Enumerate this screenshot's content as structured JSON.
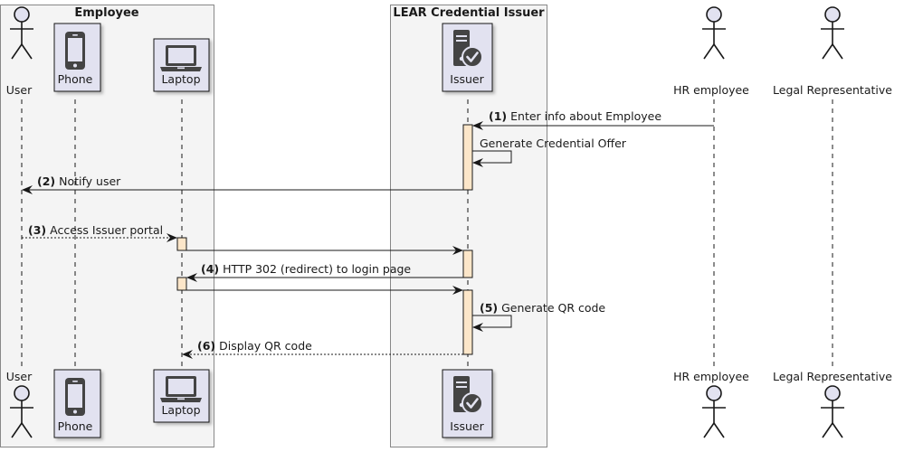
{
  "boxes": {
    "employee": "Employee",
    "issuer_box": "LEAR Credential Issuer"
  },
  "participants": {
    "user": "User",
    "phone": "Phone",
    "laptop": "Laptop",
    "issuer": "Issuer",
    "hr": "HR employee",
    "legal": "Legal Representative"
  },
  "messages": {
    "m1_num": "(1)",
    "m1_text": "Enter info about Employee",
    "self1_text": "Generate Credential Offer",
    "m2_num": "(2)",
    "m2_text": "Notify user",
    "m3_num": "(3)",
    "m3_text": "Access Issuer portal",
    "m4_num": "(4)",
    "m4_text": "HTTP 302 (redirect) to login page",
    "m5_num": "(5)",
    "m5_text": "Generate QR code",
    "m6_num": "(6)",
    "m6_text": "Display QR code"
  },
  "colors": {
    "box_fill": "#f4f4f4",
    "box_border": "#888888",
    "participant_fill": "#e2e2f0",
    "participant_border": "#181818",
    "activation_fill": "#fce6c9",
    "icon_fill": "#444444"
  },
  "icons": {
    "user": "actor-stick-figure-icon",
    "phone": "mobile-phone-icon",
    "laptop": "laptop-icon",
    "issuer": "server-check-icon",
    "hr": "actor-stick-figure-icon",
    "legal": "actor-stick-figure-icon"
  }
}
